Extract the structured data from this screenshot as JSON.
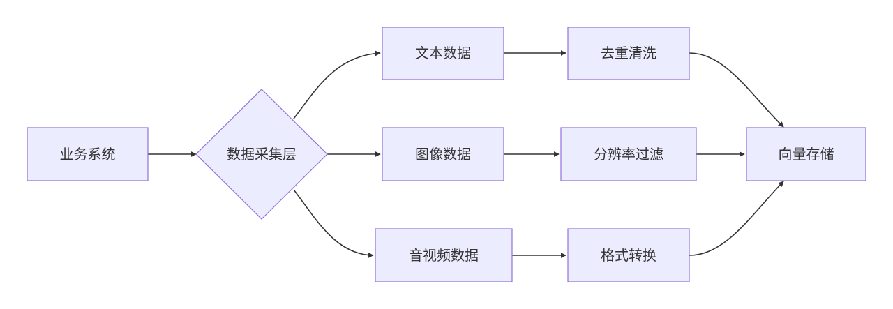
{
  "flowchart": {
    "nodes": {
      "business_system": {
        "label": "业务系统"
      },
      "data_collection": {
        "label": "数据采集层"
      },
      "text_data": {
        "label": "文本数据"
      },
      "image_data": {
        "label": "图像数据"
      },
      "av_data": {
        "label": "音视频数据"
      },
      "dedup_clean": {
        "label": "去重清洗"
      },
      "resolution_filter": {
        "label": "分辨率过滤"
      },
      "format_convert": {
        "label": "格式转换"
      },
      "vector_storage": {
        "label": "向量存储"
      }
    },
    "edges": [
      {
        "from": "business_system",
        "to": "data_collection"
      },
      {
        "from": "data_collection",
        "to": "text_data"
      },
      {
        "from": "data_collection",
        "to": "image_data"
      },
      {
        "from": "data_collection",
        "to": "av_data"
      },
      {
        "from": "text_data",
        "to": "dedup_clean"
      },
      {
        "from": "image_data",
        "to": "resolution_filter"
      },
      {
        "from": "av_data",
        "to": "format_convert"
      },
      {
        "from": "dedup_clean",
        "to": "vector_storage"
      },
      {
        "from": "resolution_filter",
        "to": "vector_storage"
      },
      {
        "from": "format_convert",
        "to": "vector_storage"
      }
    ],
    "colors": {
      "node_fill": "#ECECFF",
      "node_stroke": "#9370DB",
      "edge": "#333333",
      "text": "#333333"
    }
  }
}
